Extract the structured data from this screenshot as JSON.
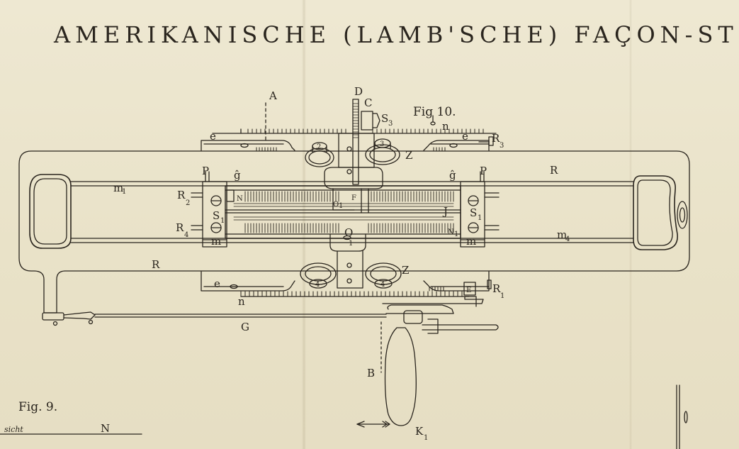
{
  "title": "AMERIKANISCHE (LAMB'SCHE) FAÇON-STRICKI",
  "figures": {
    "fig10": "Fig 10.",
    "fig9": "Fig. 9."
  },
  "labels": {
    "A": "A",
    "D": "D",
    "C": "C",
    "S3": "S",
    "S3_sub": "3",
    "n_top": "n",
    "e_left_top": "e",
    "e_right_top": "e",
    "R3": "R",
    "R3_sub": "3",
    "Z_top": "Z",
    "R_right": "R",
    "P_left": "P",
    "P_right": "P",
    "g_left": "ĝ",
    "g_right": "ĝ",
    "m1": "m",
    "m1_sub": "1",
    "R2": "R",
    "R2_sub": "2",
    "N_left": "N",
    "S1_left": "S",
    "S1_left_sub": "1",
    "R4": "R",
    "R4_sub": "4",
    "m_left": "m",
    "F": "F",
    "O1_top": "O",
    "O1_top_sub": "1",
    "J": "J",
    "S1_right": "S",
    "S1_right_sub": "1",
    "N1": "N",
    "N1_sub": "1",
    "m_right": "m",
    "m4": "m",
    "m4_sub": "4",
    "O1_mid": "O",
    "O1_mid_sub": "1",
    "R_left": "R",
    "Z_bottom": "Z",
    "e_bottom": "e",
    "n_bottom": "n",
    "E": "E",
    "R1": "R",
    "R1_sub": "1",
    "G": "G",
    "B": "B",
    "K1": "K",
    "K1_sub": "1",
    "knob_2": "2",
    "knob_3": "3",
    "knob_4a": "4",
    "knob_4b": "4",
    "ansicht": "sicht",
    "N_bottom": "N"
  }
}
